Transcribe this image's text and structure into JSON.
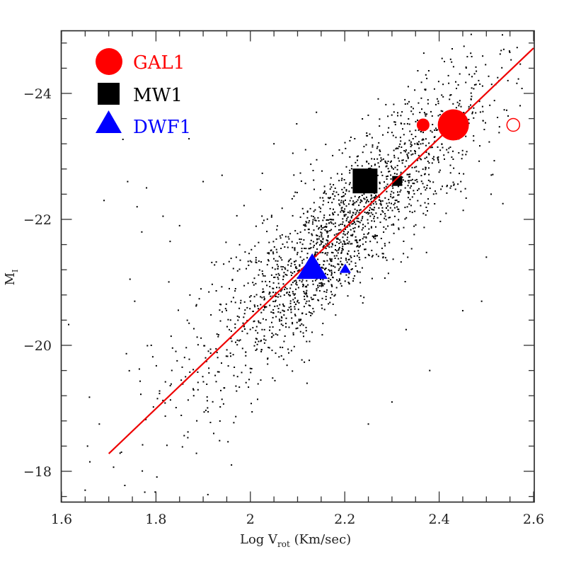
{
  "chart_data": {
    "type": "scatter",
    "title": "",
    "xlabel": "Log V_rot (Km/sec)",
    "xlabel_parts": {
      "main": "Log V",
      "sub": "rot",
      "tail": " (Km/sec)"
    },
    "ylabel": "M_I",
    "ylabel_parts": {
      "main": "M",
      "sub": "I"
    },
    "xlim": [
      1.6,
      2.6
    ],
    "ylim": [
      -17.53,
      -25.0
    ],
    "y_inverted": true,
    "grid": false,
    "x_ticks": [
      1.6,
      1.8,
      2.0,
      2.2,
      2.4,
      2.6
    ],
    "x_tick_labels": [
      "1.6",
      "1.8",
      "2",
      "2.2",
      "2.4",
      "2.6"
    ],
    "x_minor_step": 0.05,
    "y_ticks": [
      -18,
      -20,
      -22,
      -24
    ],
    "y_tick_labels": [
      "−18",
      "−20",
      "−22",
      "−24"
    ],
    "y_minor_step": 0.4,
    "legend": {
      "position": "upper-left",
      "entries": [
        {
          "label": "GAL1",
          "marker": "circle",
          "color": "#ff0000"
        },
        {
          "label": "MW1",
          "marker": "square",
          "color": "#000000"
        },
        {
          "label": "DWF1",
          "marker": "triangle",
          "color": "#0000ff"
        }
      ]
    },
    "fit_line": {
      "color": "#ee0000",
      "x": [
        1.7,
        2.6
      ],
      "y": [
        -18.28,
        -24.72
      ],
      "slope": -7.16
    },
    "series": [
      {
        "name": "GAL1",
        "marker": "circle",
        "color": "#ff0000",
        "points": [
          {
            "x": 2.366,
            "y": -23.5,
            "size": "small",
            "filled": true
          },
          {
            "x": 2.43,
            "y": -23.5,
            "size": "large",
            "filled": true
          },
          {
            "x": 2.557,
            "y": -23.5,
            "size": "small",
            "filled": false
          }
        ]
      },
      {
        "name": "MW1",
        "marker": "square",
        "color": "#000000",
        "points": [
          {
            "x": 2.243,
            "y": -22.61,
            "size": "large",
            "filled": true
          },
          {
            "x": 2.311,
            "y": -22.61,
            "size": "small",
            "filled": true
          }
        ]
      },
      {
        "name": "DWF1",
        "marker": "triangle",
        "color": "#0000ff",
        "points": [
          {
            "x": 2.131,
            "y": -21.19,
            "size": "large",
            "filled": true
          },
          {
            "x": 2.201,
            "y": -21.2,
            "size": "small",
            "filled": true
          }
        ]
      }
    ],
    "sample_cloud": {
      "name": "galaxy sample",
      "color": "#000000",
      "approx_count": 2000,
      "center": {
        "x": 2.19,
        "y": -21.8
      },
      "relation_slope": -7.16,
      "scatter_x": 0.16,
      "scatter_y_perp": 0.55,
      "outliers": [
        {
          "x": 1.615,
          "y": -20.33
        },
        {
          "x": 1.65,
          "y": -17.7
        },
        {
          "x": 1.655,
          "y": -18.4
        },
        {
          "x": 1.66,
          "y": -18.15
        },
        {
          "x": 1.68,
          "y": -18.75
        },
        {
          "x": 1.69,
          "y": -22.3
        },
        {
          "x": 1.73,
          "y": -23.27
        },
        {
          "x": 1.74,
          "y": -22.6
        },
        {
          "x": 1.745,
          "y": -21.05
        },
        {
          "x": 1.755,
          "y": -20.7
        },
        {
          "x": 1.76,
          "y": -22.2
        },
        {
          "x": 1.77,
          "y": -21.8
        },
        {
          "x": 1.78,
          "y": -22.5
        },
        {
          "x": 1.79,
          "y": -20.0
        },
        {
          "x": 1.815,
          "y": -22.05
        },
        {
          "x": 1.82,
          "y": -19.42
        },
        {
          "x": 1.83,
          "y": -21.65
        },
        {
          "x": 1.85,
          "y": -21.9
        },
        {
          "x": 1.87,
          "y": -23.28
        },
        {
          "x": 1.88,
          "y": -19.2
        },
        {
          "x": 1.9,
          "y": -22.6
        },
        {
          "x": 1.91,
          "y": -17.63
        },
        {
          "x": 1.94,
          "y": -22.7
        },
        {
          "x": 1.96,
          "y": -18.1
        },
        {
          "x": 2.05,
          "y": -23.2
        },
        {
          "x": 2.09,
          "y": -23.05
        },
        {
          "x": 2.14,
          "y": -23.7
        },
        {
          "x": 2.39,
          "y": -24.07
        },
        {
          "x": 2.47,
          "y": -23.68
        },
        {
          "x": 2.5,
          "y": -21.4
        },
        {
          "x": 2.49,
          "y": -20.7
        },
        {
          "x": 2.45,
          "y": -20.55
        },
        {
          "x": 2.38,
          "y": -19.6
        },
        {
          "x": 2.33,
          "y": -20.25
        },
        {
          "x": 2.3,
          "y": -19.1
        },
        {
          "x": 2.25,
          "y": -18.75
        },
        {
          "x": 2.4,
          "y": -22.75
        },
        {
          "x": 2.51,
          "y": -22.4
        },
        {
          "x": 2.535,
          "y": -22.25
        }
      ]
    }
  },
  "axes": {
    "x_title_main": "Log V",
    "x_title_sub": "rot",
    "x_title_tail": "(Km/sec)",
    "y_title_main": "M",
    "y_title_sub": "I"
  },
  "legend": {
    "gal1": "GAL1",
    "mw1": "MW1",
    "dwf1": "DWF1"
  }
}
